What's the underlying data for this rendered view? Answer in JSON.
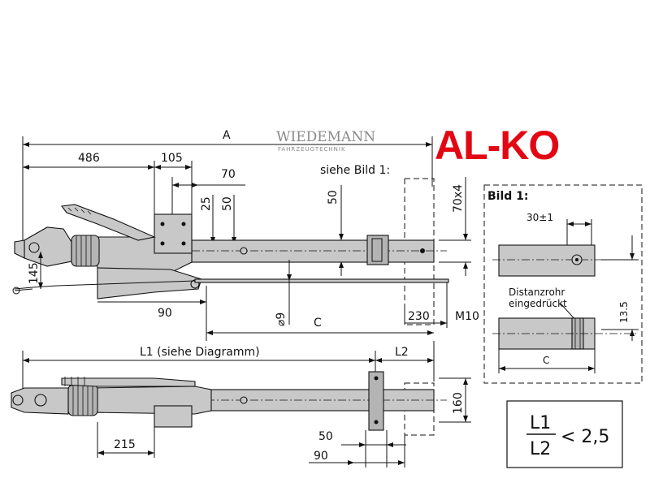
{
  "logo": {
    "text": "AL-KO",
    "color": "#e30613"
  },
  "watermark": {
    "line1": "WIEDEMANN",
    "line2": "FAHRZEUGTECHNIK"
  },
  "labels": {
    "dim_A": "A",
    "dim_486": "486",
    "dim_105": "105",
    "dim_70": "70",
    "dim_25": "25",
    "dim_50_top": "50",
    "dim_50_mid": "50",
    "siehe_bild": "siehe Bild 1:",
    "dim_70x4": "70x4",
    "dim_145": "145",
    "dim_90_left": "90",
    "dim_phi9": "⌀9",
    "dim_C": "C",
    "dim_230": "230",
    "dim_M10": "M10",
    "dim_L1": "L1 (siehe Diagramm)",
    "dim_L2": "L2",
    "dim_160": "160",
    "dim_215": "215",
    "dim_50_bottom": "50",
    "dim_90_bottom": "90"
  },
  "detail": {
    "title": "Bild 1:",
    "dim_30": "30±1",
    "dim_13_5": "13.5",
    "distanz_line1": "Distanzrohr",
    "distanz_line2": "eingedrückt",
    "dim_C": "C"
  },
  "formula": {
    "numerator": "L1",
    "denominator": "L2",
    "relation": "< 2,5"
  }
}
